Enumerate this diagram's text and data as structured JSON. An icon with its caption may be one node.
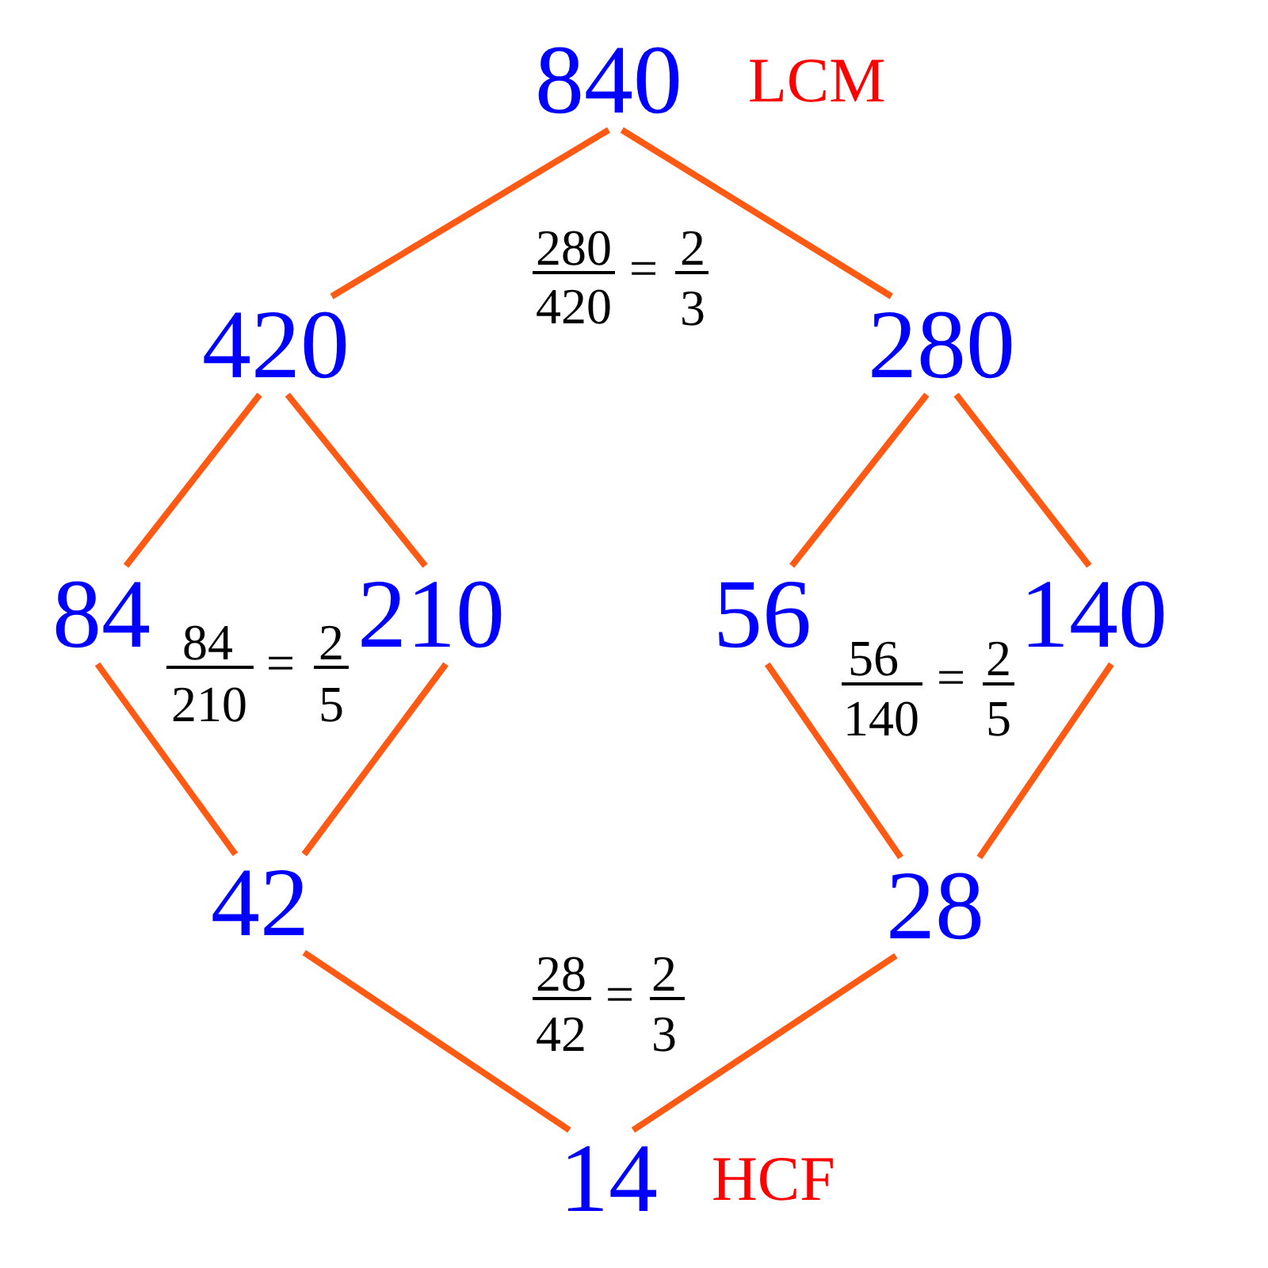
{
  "diagram": {
    "nodes": [
      {
        "text": [
          "840"
        ],
        "beside": [
          "LCM"
        ]
      },
      {
        "text": [
          "420"
        ]
      },
      {
        "text": [
          "280"
        ]
      },
      {
        "text": [
          "84"
        ]
      },
      {
        "text": [
          "210"
        ]
      },
      {
        "text": [
          "56"
        ]
      },
      {
        "text": [
          "140"
        ]
      },
      {
        "text": [
          "42"
        ]
      },
      {
        "text": [
          "28"
        ]
      },
      {
        "text": [
          "14"
        ],
        "beside": [
          "HCF"
        ]
      }
    ],
    "edges": [
      {
        "from": 0,
        "to": 1,
        "arrow": "none"
      },
      {
        "from": 0,
        "to": 2,
        "arrow": "none"
      },
      {
        "from": 1,
        "to": 3,
        "arrow": "none"
      },
      {
        "from": 1,
        "to": 4,
        "arrow": "none"
      },
      {
        "from": 2,
        "to": 5,
        "arrow": "none"
      },
      {
        "from": 2,
        "to": 6,
        "arrow": "none"
      },
      {
        "from": 3,
        "to": 7,
        "arrow": "none"
      },
      {
        "from": 4,
        "to": 7,
        "arrow": "none"
      },
      {
        "from": 5,
        "to": 8,
        "arrow": "none"
      },
      {
        "from": 6,
        "to": 8,
        "arrow": "none"
      },
      {
        "from": 7,
        "to": 9,
        "arrow": "none"
      },
      {
        "from": 8,
        "to": 9,
        "arrow": "none"
      }
    ],
    "labels": [
      "280",
      "420",
      "=",
      "2",
      "3",
      "84",
      "210",
      "=",
      "2",
      "5",
      "56",
      "140",
      "=",
      "2",
      "5",
      "28",
      "42",
      "=",
      "2",
      "3"
    ]
  }
}
